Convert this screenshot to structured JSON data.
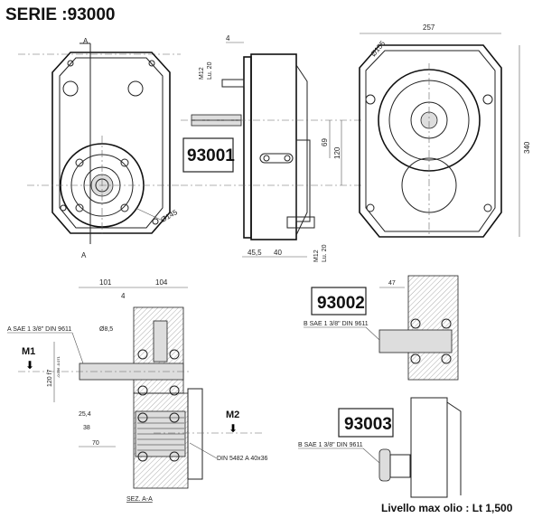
{
  "title": "SERIE :93000",
  "models": [
    "93001",
    "93002",
    "93003"
  ],
  "section_label": "SEZ. A-A",
  "section_marks": [
    "A",
    "A"
  ],
  "oil_level": "Livello max olio : Lt 1,500",
  "front_view": {
    "dim_diameter": "Ø145"
  },
  "side_view": {
    "dim_top": "4",
    "thread_top": "M12",
    "thread_top_depth": "Lu. 20",
    "dim_69": "69",
    "dim_120": "120",
    "dim_455": "45,5",
    "dim_40": "40",
    "thread_bottom": "M12",
    "thread_bottom_depth": "Lu. 20"
  },
  "rear_view": {
    "dim_width": "257",
    "dim_diameter": "Ø155",
    "dim_height": "340"
  },
  "section_view": {
    "dim_101": "101",
    "dim_104": "104",
    "dim_4": "4",
    "shaft_a": "A SAE 1 3/8\" DIN 9611",
    "dim_85": "Ø8,5",
    "m1": "M1",
    "m2": "M2",
    "shaft_dia": "120 f7",
    "tolerance": "-0.036 -0.071",
    "dim_254": "25,4",
    "dim_38": "38",
    "dim_70": "70",
    "spline": "DIN 5482 A 40x36"
  },
  "v93002": {
    "dim_47": "47",
    "shaft_b": "B SAE 1 3/8\" DIN 9611"
  },
  "v93003": {
    "shaft_b": "B SAE 1 3/8\" DIN 9611"
  }
}
